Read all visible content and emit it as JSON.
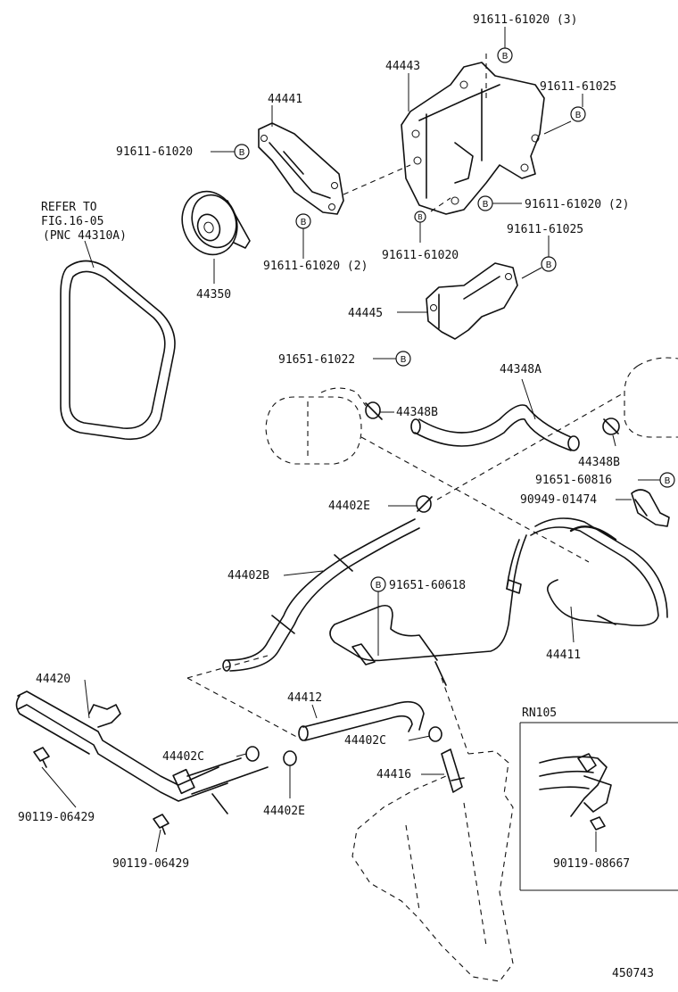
{
  "parts": {
    "p_91611_61020_3": "91611-61020 (3)",
    "p_44443": "44443",
    "p_91611_61025_top": "91611-61025",
    "p_44441": "44441",
    "p_91611_61020_left": "91611-61020",
    "p_refer_to": "REFER TO",
    "p_fig_ref": "FIG.16-05",
    "p_pnc_ref": "(PNC 44310A)",
    "p_91611_61020_2_right": "91611-61020 (2)",
    "p_91611_61020_2_bottom": "91611-61020 (2)",
    "p_91611_61020_mid": "91611-61020",
    "p_44350": "44350",
    "p_91611_61025_mid": "91611-61025",
    "p_44445": "44445",
    "p_91651_61022": "91651-61022",
    "p_44348a": "44348A",
    "p_44348b_left": "44348B",
    "p_44348b_right": "44348B",
    "p_91651_60816": "91651-60816",
    "p_90949_01474": "90949-01474",
    "p_44402e_top": "44402E",
    "p_44402b": "44402B",
    "p_91651_60618": "91651-60618",
    "p_44411": "44411",
    "p_44420": "44420",
    "p_44412": "44412",
    "p_rn105": "RN105",
    "p_44402c_left": "44402C",
    "p_44402c_right": "44402C",
    "p_44416": "44416",
    "p_90119_06429_a": "90119-06429",
    "p_44402e_bottom": "44402E",
    "p_90119_06429_b": "90119-06429",
    "p_90119_08667": "90119-08667",
    "p_450743": "450743"
  },
  "bolt_marker": "B"
}
